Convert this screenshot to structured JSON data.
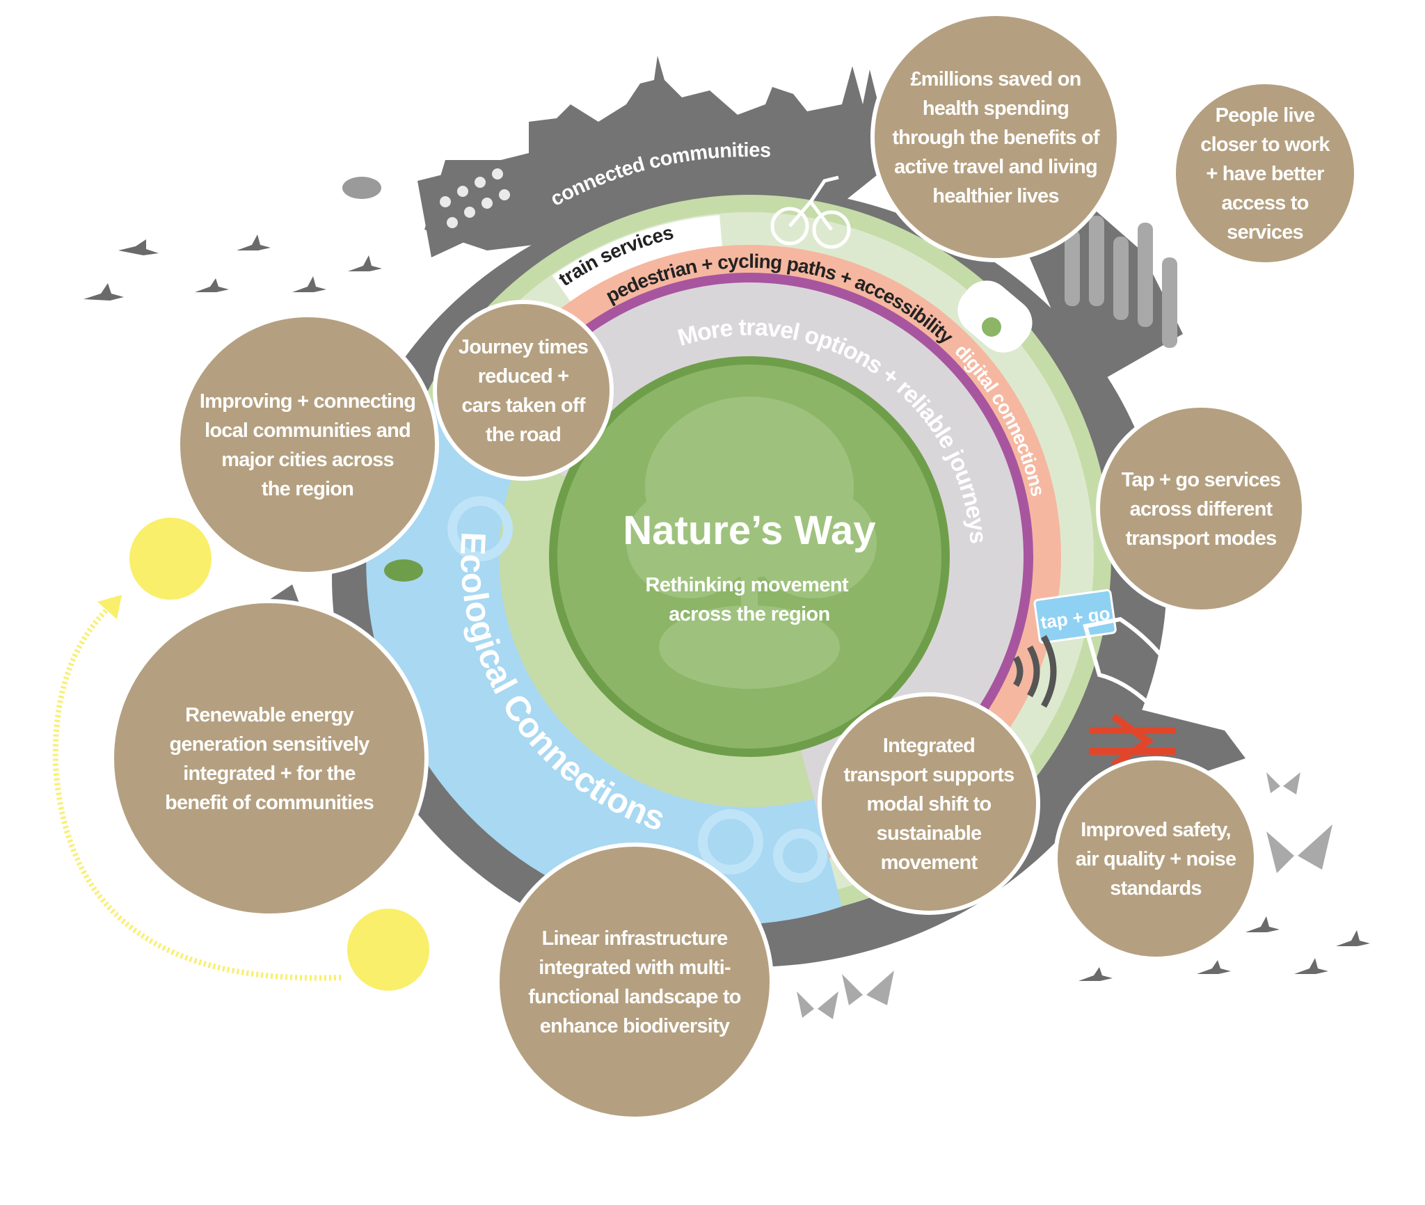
{
  "center": {
    "title": "Nature’s Way",
    "subtitle_lines": [
      "Rethinking movement",
      "across the region"
    ]
  },
  "rings": {
    "connected_communities": "connected communities",
    "train_services": "train services",
    "pedestrian": "pedestrian + cycling paths + accessibility",
    "travel_options": "More travel options + reliable journeys",
    "digital": "digital connections",
    "ecological": "Ecological Connections"
  },
  "tap_card": "tap + go",
  "bubbles": [
    {
      "id": "health-savings",
      "lines": [
        "£millions saved on",
        "health spending",
        "through the benefits of",
        "active travel and living",
        "healthier lives"
      ]
    },
    {
      "id": "live-closer",
      "lines": [
        "People live",
        "closer to work",
        "+ have better",
        "access to",
        "services"
      ]
    },
    {
      "id": "connecting-communities",
      "lines": [
        "Improving + connecting",
        "local communities and",
        "major cities across",
        "the region"
      ]
    },
    {
      "id": "journey-times",
      "lines": [
        "Journey times",
        "reduced +",
        "cars taken off",
        "the road"
      ]
    },
    {
      "id": "tap-go-services",
      "lines": [
        "Tap + go services",
        "across different",
        "transport modes"
      ]
    },
    {
      "id": "renewable-energy",
      "lines": [
        "Renewable energy",
        "generation sensitively",
        "integrated + for the",
        "benefit of communities"
      ]
    },
    {
      "id": "integrated-transport",
      "lines": [
        "Integrated",
        "transport supports",
        "modal shift to",
        "sustainable",
        "movement"
      ]
    },
    {
      "id": "improved-safety",
      "lines": [
        "Improved safety,",
        "air quality + noise",
        "standards"
      ]
    },
    {
      "id": "linear-infrastructure",
      "lines": [
        "Linear infrastructure",
        "integrated with multi-",
        "functional landscape to",
        "enhance biodiversity"
      ]
    }
  ],
  "colors": {
    "bubble": "#b4a080",
    "center_green": "#8cb567",
    "salmon": "#f5b7a0",
    "purple": "#a8559f",
    "river": "#a8d8f2",
    "skyline": "#747474",
    "sun": "#f9ef6a"
  }
}
